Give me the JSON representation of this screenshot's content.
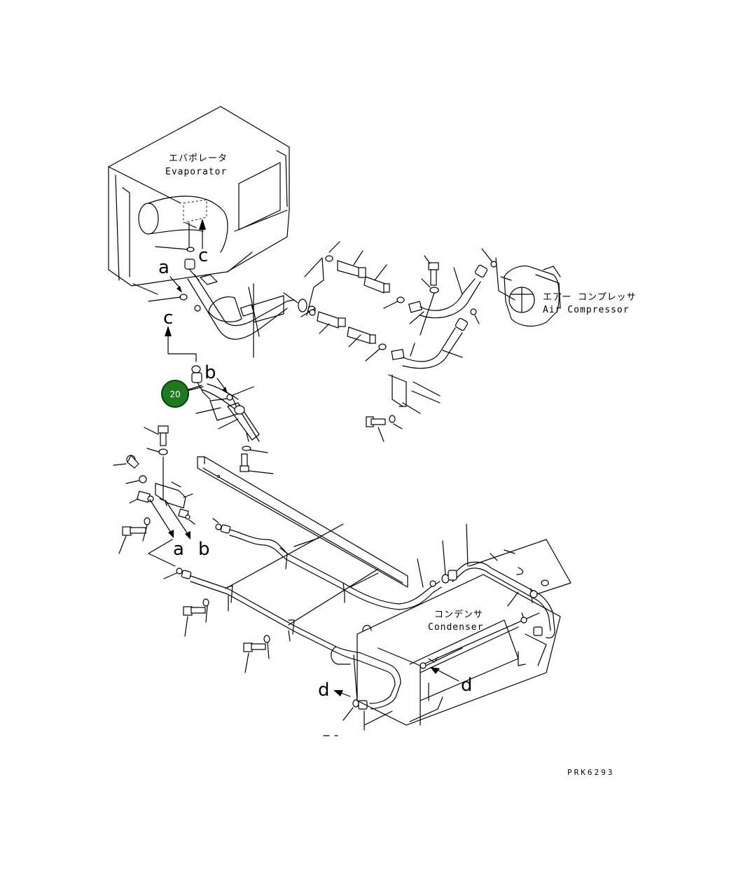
{
  "labels": {
    "evaporator_jp": "エバポレータ",
    "evaporator_en": "Evaporator",
    "compressor_jp": "エアー コンプレッサ",
    "compressor_en": "Air Compressor",
    "condenser_jp": "コンデンサ",
    "condenser_en": "Condenser",
    "drawing_code": "PRK6293"
  },
  "reference_letters": {
    "a_top": "a",
    "a_bottom": "a",
    "b_top": "b",
    "b_bottom": "b",
    "c_top": "c",
    "c_left": "c",
    "d_left": "d",
    "d_right": "d"
  },
  "callout": {
    "number": "20",
    "color": "#1e7a1e"
  }
}
